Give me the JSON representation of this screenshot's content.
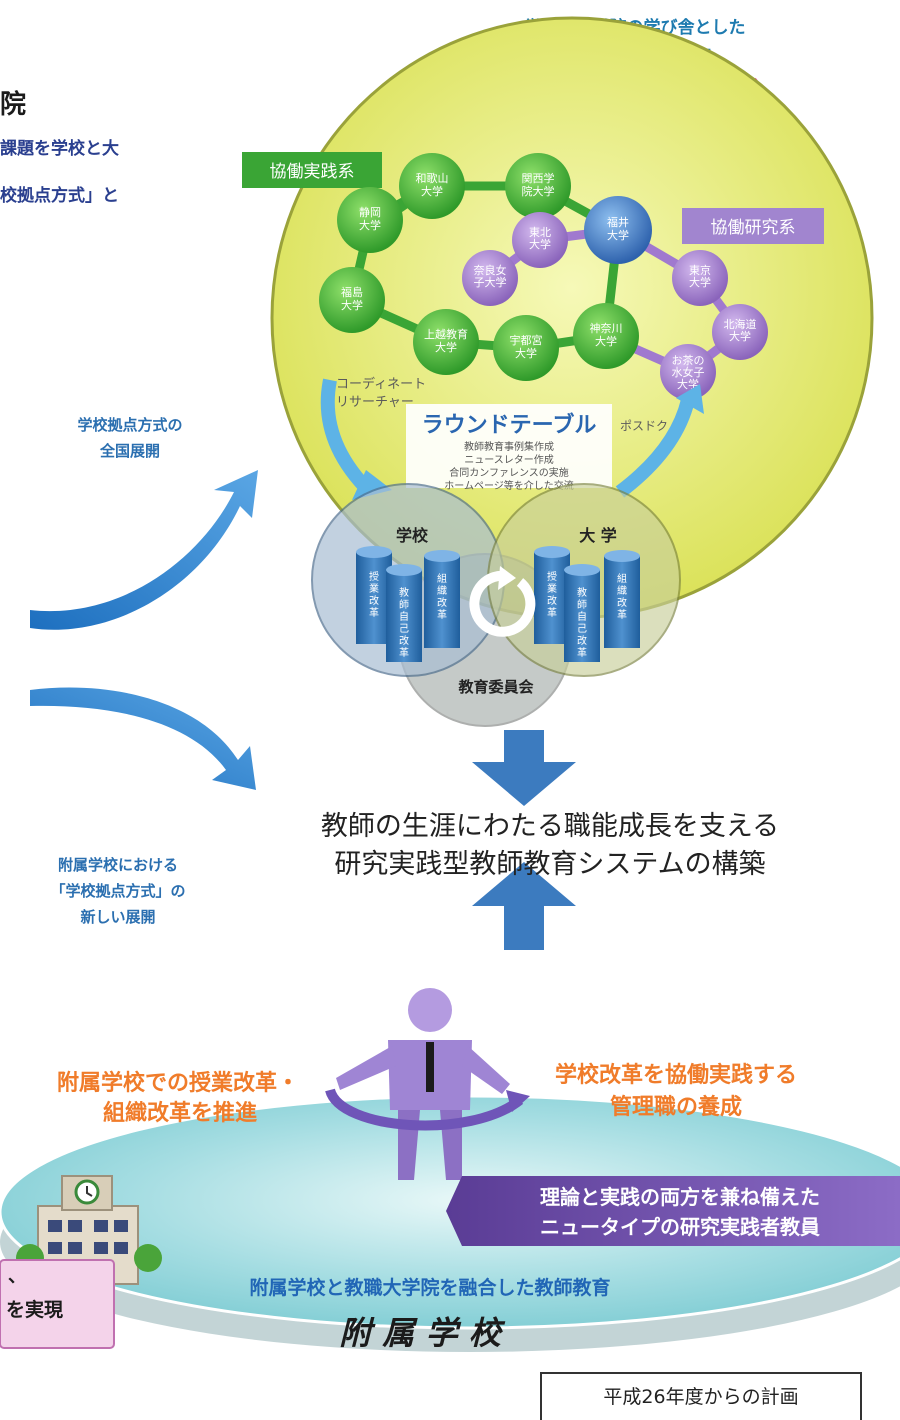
{
  "header": {
    "line1": "学校を大学院の学び舎とした",
    "line2": "教師教育の全国展開",
    "line3": "（教師教育改革コラボレーション）"
  },
  "left_text": {
    "title": "院",
    "line1": "課題を学校と大",
    "line2": "校拠点方式」と"
  },
  "side_labels": {
    "top": [
      "学校拠点方式の",
      "全国展開"
    ],
    "bottom": [
      "附属学校における",
      "「学校拠点方式」の",
      "新しい展開"
    ]
  },
  "network": {
    "collab_practice": "協働実践系",
    "collab_research": "協働研究系",
    "green_nodes": [
      "和歌山\n大学",
      "関西学\n院大学",
      "静岡\n大学",
      "福島\n大学",
      "上越教育\n大学",
      "宇都宮\n大学",
      "神奈川\n大学"
    ],
    "purple_nodes": [
      "東北\n大学",
      "奈良女\n子大学",
      "東京\n大学",
      "北海道\n大学",
      "お茶の\n水女子\n大学"
    ],
    "blue_node": "福井\n大学",
    "coordinator": [
      "コーディネート",
      "リサーチャー"
    ],
    "postdoc": "ポスドク"
  },
  "roundtable": {
    "title": "ラウンドテーブル",
    "items": [
      "教師教育事例集作成",
      "ニュースレター作成",
      "合同カンファレンスの実施",
      "ホームページ等を介した交流"
    ]
  },
  "venn": {
    "school": "学校",
    "university": "大 学",
    "board": "教育委員会",
    "left_cylinders": [
      "授業改革",
      "教師自己改革",
      "組織改革"
    ],
    "right_cylinders": [
      "授業改革",
      "教師自己改革",
      "組織改革"
    ]
  },
  "main_caption": {
    "line1": "教師の生涯にわたる職能成長を支える",
    "line2": "研究実践型教師教育システムの構築"
  },
  "ellipse": {
    "left_label": [
      "附属学校での授業改革・",
      "組織改革を推進"
    ],
    "right_label": [
      "学校改革を協働実践する",
      "管理職の養成"
    ],
    "banner": [
      "理論と実践の両方を兼ね備えた",
      "ニュータイプの研究実践者教員"
    ],
    "caption": "附属学校と教職大学院を融合した教師教育",
    "school_name": "附 属 学 校"
  },
  "left_box": [
    "、",
    "を実現"
  ],
  "plan": "平成26年度からの計画",
  "colors": {
    "green": "#3aa535",
    "purple": "#8f6bbf",
    "blue_node": "#2e6fb5",
    "yellow_circle": "#eaf06e",
    "arrow_blue": "#2d7fc4",
    "ellipse": "#8fd6dc",
    "orange_text": "#f07c2a"
  }
}
